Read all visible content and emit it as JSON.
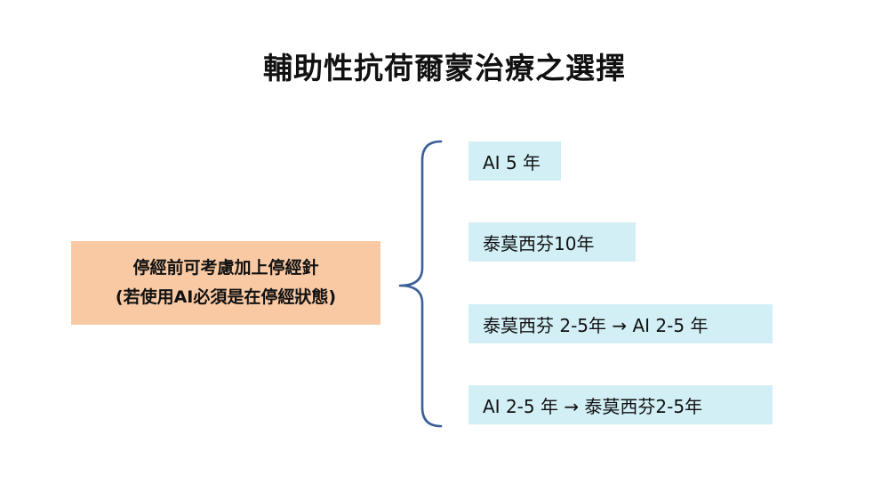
{
  "title": "輔助性抗荷爾蒙治療之選擇",
  "source": {
    "line1": "停經前可考慮加上停經針",
    "line2": "(若使用AI必須是在停經狀態)"
  },
  "options": [
    "AI 5 年",
    "泰莫西芬10年",
    "泰莫西芬 2-5年 → AI 2-5 年",
    "AI 2-5 年 → 泰莫西芬2-5年"
  ],
  "colors": {
    "source_fill": "#f9c9a3",
    "option_fill": "#d2eff6",
    "bracket": "#3a5f96"
  }
}
